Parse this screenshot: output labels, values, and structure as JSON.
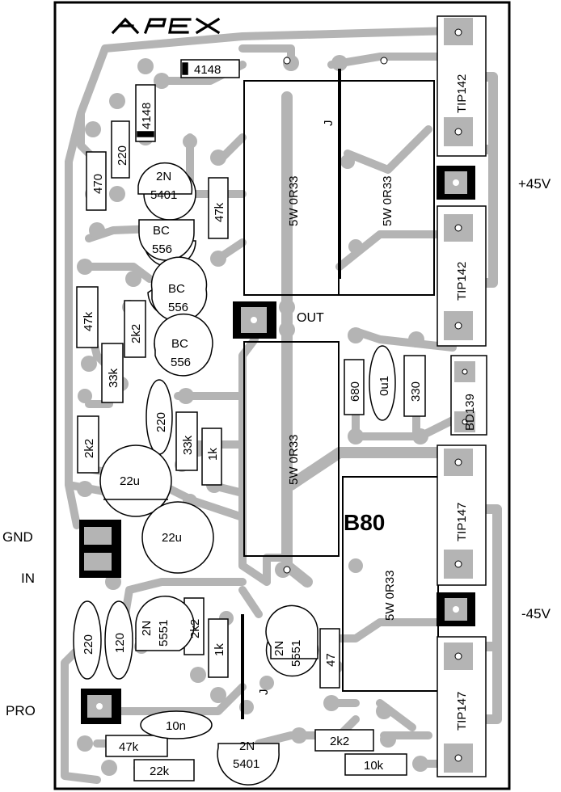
{
  "board": {
    "title": "APEX",
    "out_label": "OUT",
    "module_label": "B80",
    "side_labels": {
      "pos_supply": "+45V",
      "neg_supply": "-45V",
      "gnd": "GND",
      "in": "IN",
      "pro": "PRO"
    }
  },
  "parts": {
    "d1": "4148",
    "d2": "4148",
    "r_220a": "220",
    "r_470": "470",
    "r_47k_a": "47k",
    "r_47k_b": "47k",
    "r_2k2_a": "2k2",
    "r_33k_a": "33k",
    "r_2k2_b": "2k2",
    "r_33k_b": "33k",
    "r_1k_a": "1k",
    "r_680": "680",
    "r_330": "330",
    "r_220b": "220",
    "r_120": "120",
    "r_2k2_c": "2k2",
    "r_1k_b": "1k",
    "r_47": "47",
    "r_47k_c": "47k",
    "r_22k": "22k",
    "r_2k2_d": "2k2",
    "r_10k": "10k",
    "c_220": "220",
    "c_0u1": "0u1",
    "c_22u_a": "22u",
    "c_22u_b": "22u",
    "c_10n": "10n",
    "q_2n5401_a": [
      "2N",
      "5401"
    ],
    "q_bc556_a": [
      "BC",
      "556"
    ],
    "q_bc556_b": [
      "BC",
      "556"
    ],
    "q_bc556_c": [
      "BC",
      "556"
    ],
    "q_2n5551_a": [
      "2N",
      "5551"
    ],
    "q_2n5551_b": [
      "2N",
      "5551"
    ],
    "q_2n5401_b": [
      "2N",
      "5401"
    ],
    "big_r1": "5W 0R33",
    "big_r2": "5W 0R33",
    "big_r3": "5W 0R33",
    "big_r4": "5W 0R33",
    "tip1": "TIP142",
    "tip2": "TIP142",
    "tip3": "TIP147",
    "tip4": "TIP147",
    "bd139": "BD139",
    "jumper_top": "J",
    "jumper_bottom": "J"
  }
}
